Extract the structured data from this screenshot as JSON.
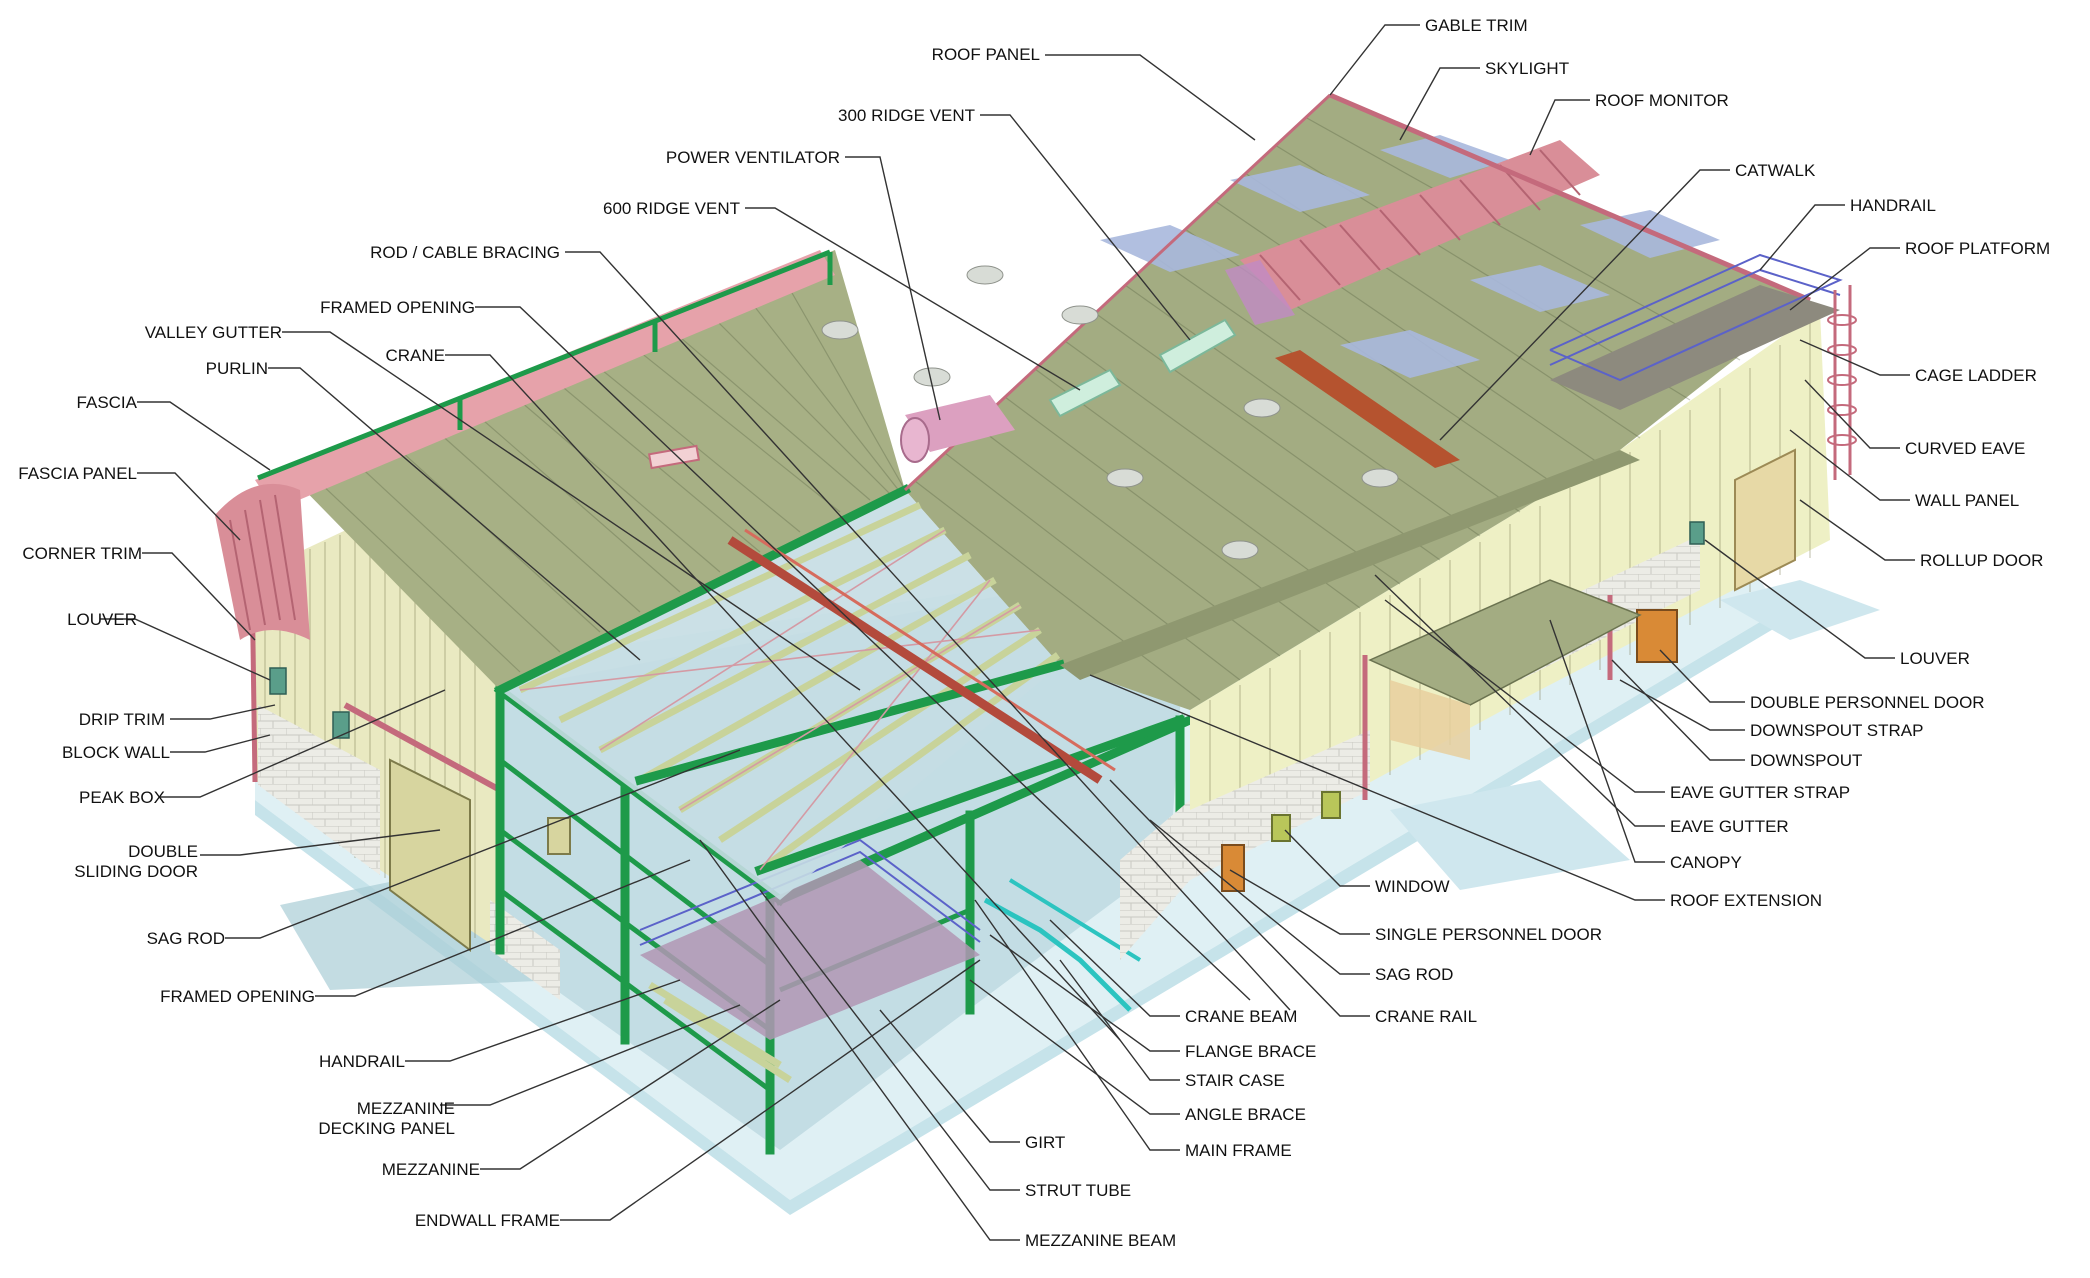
{
  "colors": {
    "roof": "#a3ac82",
    "wall": "#f0f0c6",
    "steel": "#1e9a4a",
    "trim": "#c46a7c",
    "floor": "#bfdde6",
    "block": "#e9e9e4"
  },
  "labels": [
    {
      "id": "gable-trim",
      "text": "GABLE TRIM"
    },
    {
      "id": "roof-panel",
      "text": "ROOF PANEL"
    },
    {
      "id": "skylight",
      "text": "SKYLIGHT"
    },
    {
      "id": "roof-monitor",
      "text": "ROOF MONITOR"
    },
    {
      "id": "ridge-vent-300",
      "text": "300 RIDGE VENT"
    },
    {
      "id": "catwalk",
      "text": "CATWALK"
    },
    {
      "id": "power-ventilator",
      "text": "POWER VENTILATOR"
    },
    {
      "id": "handrail-top",
      "text": "HANDRAIL"
    },
    {
      "id": "ridge-vent-600",
      "text": "600 RIDGE VENT"
    },
    {
      "id": "roof-platform",
      "text": "ROOF PLATFORM"
    },
    {
      "id": "rod-cable-bracing",
      "text": "ROD / CABLE BRACING"
    },
    {
      "id": "framed-opening-top",
      "text": "FRAMED OPENING"
    },
    {
      "id": "valley-gutter",
      "text": "VALLEY GUTTER"
    },
    {
      "id": "crane",
      "text": "CRANE"
    },
    {
      "id": "purlin",
      "text": "PURLIN"
    },
    {
      "id": "cage-ladder",
      "text": "CAGE LADDER"
    },
    {
      "id": "fascia",
      "text": "FASCIA"
    },
    {
      "id": "curved-eave",
      "text": "CURVED EAVE"
    },
    {
      "id": "fascia-panel",
      "text": "FASCIA PANEL"
    },
    {
      "id": "wall-panel",
      "text": "WALL PANEL"
    },
    {
      "id": "corner-trim",
      "text": "CORNER TRIM"
    },
    {
      "id": "rollup-door",
      "text": "ROLLUP DOOR"
    },
    {
      "id": "louver-left",
      "text": "LOUVER"
    },
    {
      "id": "louver-right",
      "text": "LOUVER"
    },
    {
      "id": "double-personnel-door",
      "text": "DOUBLE PERSONNEL DOOR"
    },
    {
      "id": "drip-trim",
      "text": "DRIP TRIM"
    },
    {
      "id": "downspout-strap",
      "text": "DOWNSPOUT STRAP"
    },
    {
      "id": "block-wall",
      "text": "BLOCK WALL"
    },
    {
      "id": "downspout",
      "text": "DOWNSPOUT"
    },
    {
      "id": "peak-box",
      "text": "PEAK BOX"
    },
    {
      "id": "eave-gutter-strap",
      "text": "EAVE GUTTER STRAP"
    },
    {
      "id": "eave-gutter",
      "text": "EAVE GUTTER"
    },
    {
      "id": "double-sliding-door-1",
      "text": "DOUBLE"
    },
    {
      "id": "double-sliding-door-2",
      "text": "SLIDING DOOR"
    },
    {
      "id": "canopy",
      "text": "CANOPY"
    },
    {
      "id": "window",
      "text": "WINDOW"
    },
    {
      "id": "roof-extension",
      "text": "ROOF EXTENSION"
    },
    {
      "id": "sag-rod-left",
      "text": "SAG ROD"
    },
    {
      "id": "single-personnel-door",
      "text": "SINGLE PERSONNEL DOOR"
    },
    {
      "id": "sag-rod-right",
      "text": "SAG ROD"
    },
    {
      "id": "framed-opening-bottom",
      "text": "FRAMED OPENING"
    },
    {
      "id": "crane-beam",
      "text": "CRANE BEAM"
    },
    {
      "id": "crane-rail",
      "text": "CRANE RAIL"
    },
    {
      "id": "flange-brace",
      "text": "FLANGE BRACE"
    },
    {
      "id": "handrail-bottom",
      "text": "HANDRAIL"
    },
    {
      "id": "stair-case",
      "text": "STAIR CASE"
    },
    {
      "id": "angle-brace",
      "text": "ANGLE BRACE"
    },
    {
      "id": "mezzanine-decking-1",
      "text": "MEZZANINE"
    },
    {
      "id": "mezzanine-decking-2",
      "text": "DECKING PANEL"
    },
    {
      "id": "main-frame",
      "text": "MAIN FRAME"
    },
    {
      "id": "girt",
      "text": "GIRT"
    },
    {
      "id": "mezzanine",
      "text": "MEZZANINE"
    },
    {
      "id": "strut-tube",
      "text": "STRUT TUBE"
    },
    {
      "id": "endwall-frame",
      "text": "ENDWALL FRAME"
    },
    {
      "id": "mezzanine-beam",
      "text": "MEZZANINE BEAM"
    }
  ]
}
